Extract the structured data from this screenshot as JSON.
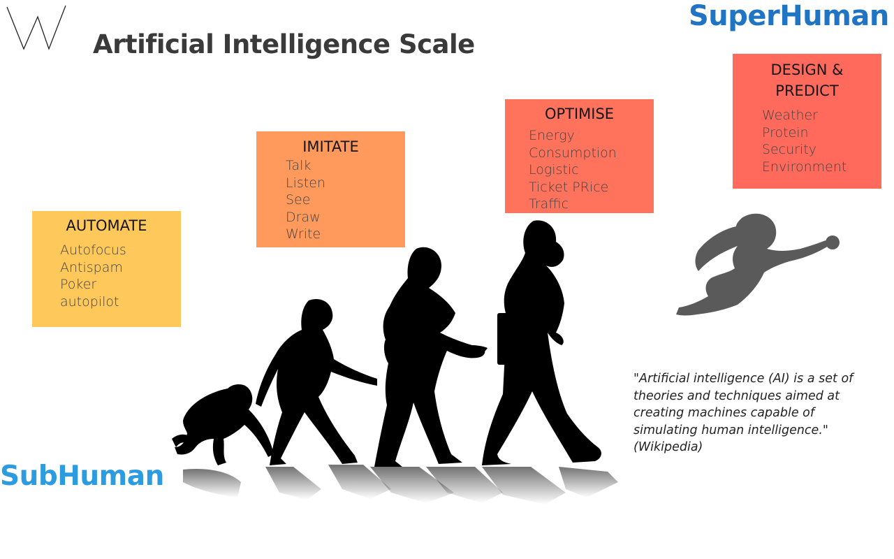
{
  "title": "Artificial Intelligence Scale",
  "brand_top": "SuperHuman",
  "brand_bottom": "SubHuman",
  "stages": [
    {
      "title": "AUTOMATE",
      "items": [
        "Autofocus",
        "Antispam",
        "Poker",
        "autopilot"
      ],
      "color": "#ffc85a"
    },
    {
      "title": "IMITATE",
      "items": [
        "Talk",
        "Listen",
        "See",
        "Draw",
        "Write"
      ],
      "color": "#ff9a5c"
    },
    {
      "title": "OPTIMISE",
      "items": [
        "Energy",
        "Consumption",
        "Logistic",
        "Ticket PRice",
        "Traffic"
      ],
      "color": "#ff735c"
    },
    {
      "title": "DESIGN &\nPREDICT",
      "items": [
        "Weather",
        "Protein",
        "Security",
        "Environment"
      ],
      "color": "#ff6a5c"
    }
  ],
  "quote": "\"Artificial intelligence (AI) is a set of\n theories and techniques aimed at\ncreating machines capable of\nsimulating human intelligence.\"\n(Wikipedia)",
  "colors": {
    "title": "#3a3a3a",
    "superhuman": "#1f74c4",
    "subhuman": "#2d9be0",
    "silhouette": "#000000",
    "superhero": "#5a5a5a"
  },
  "icons": [
    "w-logo-icon",
    "evolution-silhouettes-icon",
    "superhero-icon"
  ]
}
